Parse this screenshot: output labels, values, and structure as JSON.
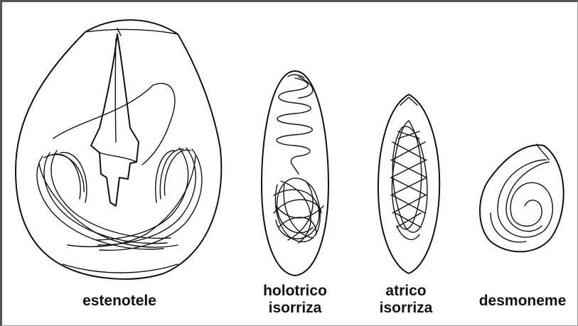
{
  "labels": {
    "estenotele": "estenotele",
    "holotrico": [
      "holotrico",
      "isorriza"
    ],
    "atrico": [
      "atrico",
      "isorriza"
    ],
    "desmoneme": "desmoneme"
  }
}
